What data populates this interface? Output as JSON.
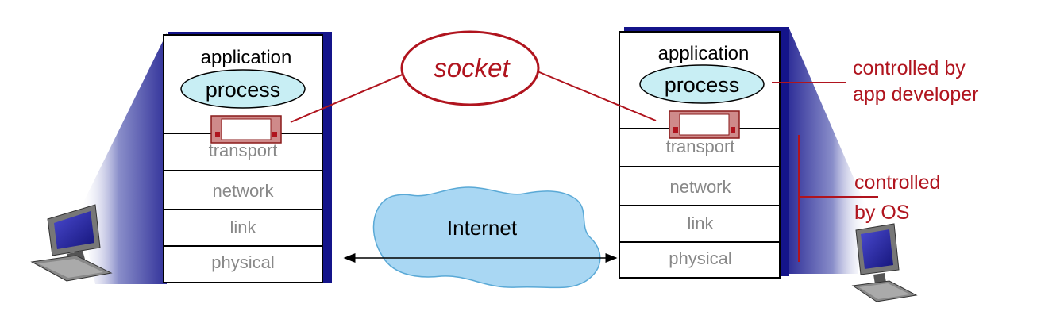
{
  "colors": {
    "accent_red": "#b0141e",
    "layer_text": "#888888",
    "cloud_fill": "#a9d7f3",
    "stack_shadow": "#14148a",
    "process_fill": "#c8eef4"
  },
  "left_host": {
    "application": "application",
    "process": "process",
    "layers": [
      "transport",
      "network",
      "link",
      "physical"
    ]
  },
  "right_host": {
    "application": "application",
    "process": "process",
    "layers": [
      "transport",
      "network",
      "link",
      "physical"
    ]
  },
  "socket_label": "socket",
  "internet_label": "Internet",
  "annotations": {
    "app_developer": [
      "controlled by",
      "app developer"
    ],
    "os": [
      "controlled",
      "by OS"
    ]
  },
  "icons": [
    "computer-icon",
    "socket-icon",
    "cloud-icon"
  ]
}
